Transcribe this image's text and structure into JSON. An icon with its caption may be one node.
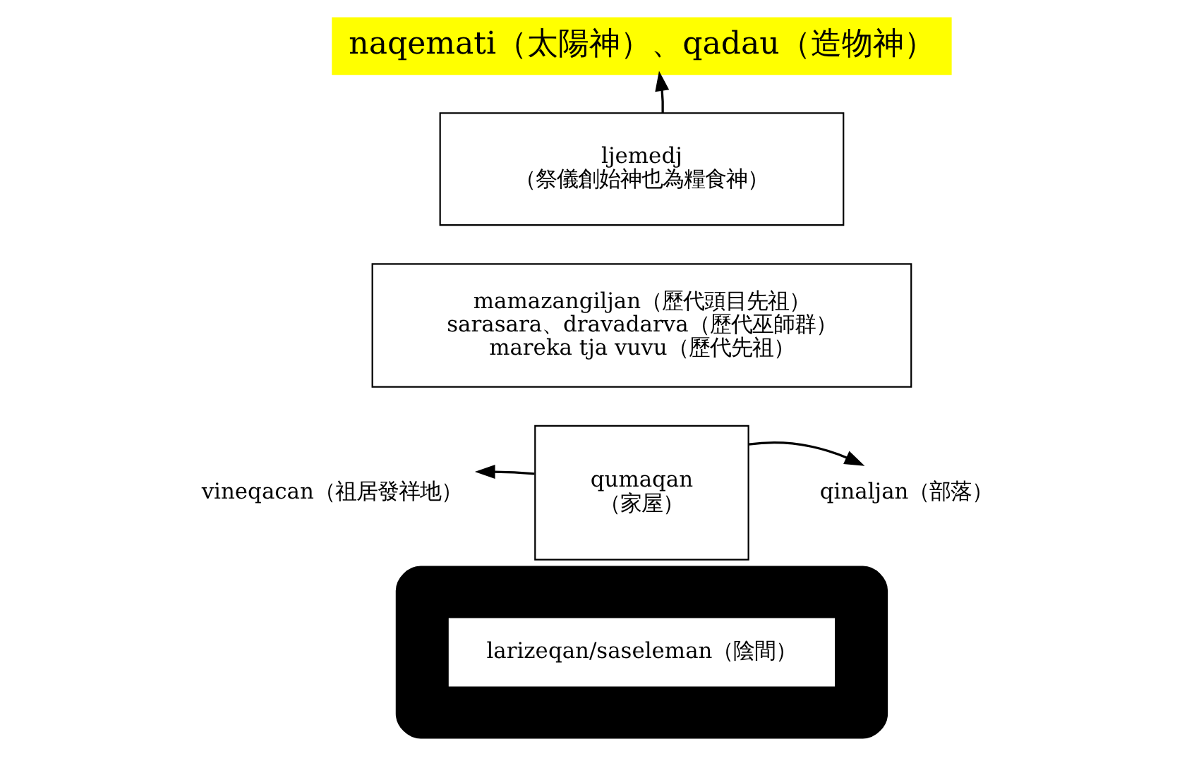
{
  "diagram": {
    "nodes": [
      {
        "text": [
          "naqemati（太陽神）、qadau（造物神）"
        ]
      },
      {
        "text": [
          "ljemedj",
          "（祭儀創始神也為糧食神）"
        ]
      },
      {
        "text": [
          "mamazangiljan（歷代頭目先祖）",
          "sarasara、dravadarva（歷代巫師群）",
          "mareka tja vuvu（歷代先祖）"
        ]
      },
      {
        "text": [
          "qumaqan",
          "（家屋）"
        ]
      },
      {
        "text": [
          "vineqacan（祖居發祥地）"
        ]
      },
      {
        "text": [
          "qinaljan（部落）"
        ]
      },
      {
        "text": [],
        "shape": "ellipse"
      },
      {
        "text": [
          "larizeqan/saseleman（陰間）"
        ],
        "in": 6
      }
    ],
    "edges": [
      {
        "from": 1,
        "to": 0,
        "arrow": "to"
      },
      {
        "from": 3,
        "to": 4,
        "arrow": "to"
      },
      {
        "from": 3,
        "to": 5,
        "arrow": "to"
      }
    ]
  }
}
